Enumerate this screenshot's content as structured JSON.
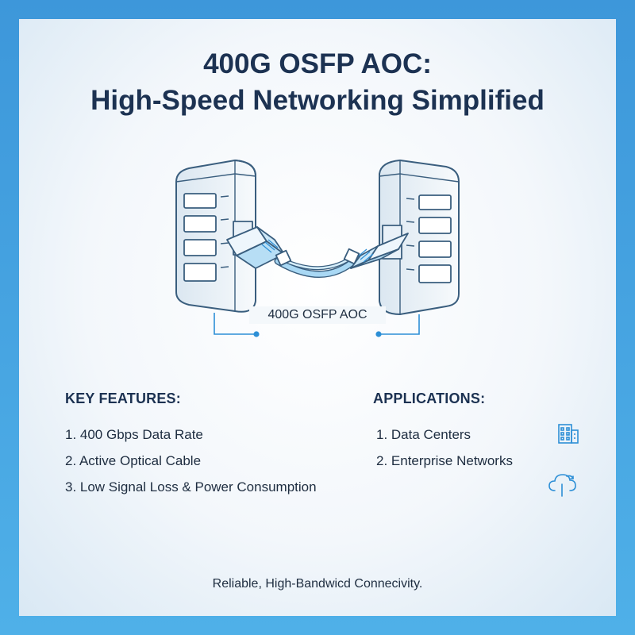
{
  "title": {
    "line1": "400G OSFP AOC:",
    "line2": "High-Speed Networking Simplified"
  },
  "diagram": {
    "cable_label": "400G OSFP AOC",
    "colors": {
      "stroke": "#3a5e7e",
      "accent": "#2d8fd6",
      "cable": "#9fd2f2"
    }
  },
  "key_features": {
    "heading": "KEY FEATURES:",
    "items": [
      "1. 400 Gbps Data Rate",
      "2. Active Optical Cable",
      "3. Low Signal Loss & Power Consumption"
    ]
  },
  "applications": {
    "heading": "APPLICATIONS:",
    "items": [
      "1. Data Centers",
      "2. Enterprise Networks"
    ],
    "icons": [
      "building-icon",
      "cloud-sync-icon"
    ]
  },
  "tagline": "Reliable, High-Bandwicd Connecivity."
}
